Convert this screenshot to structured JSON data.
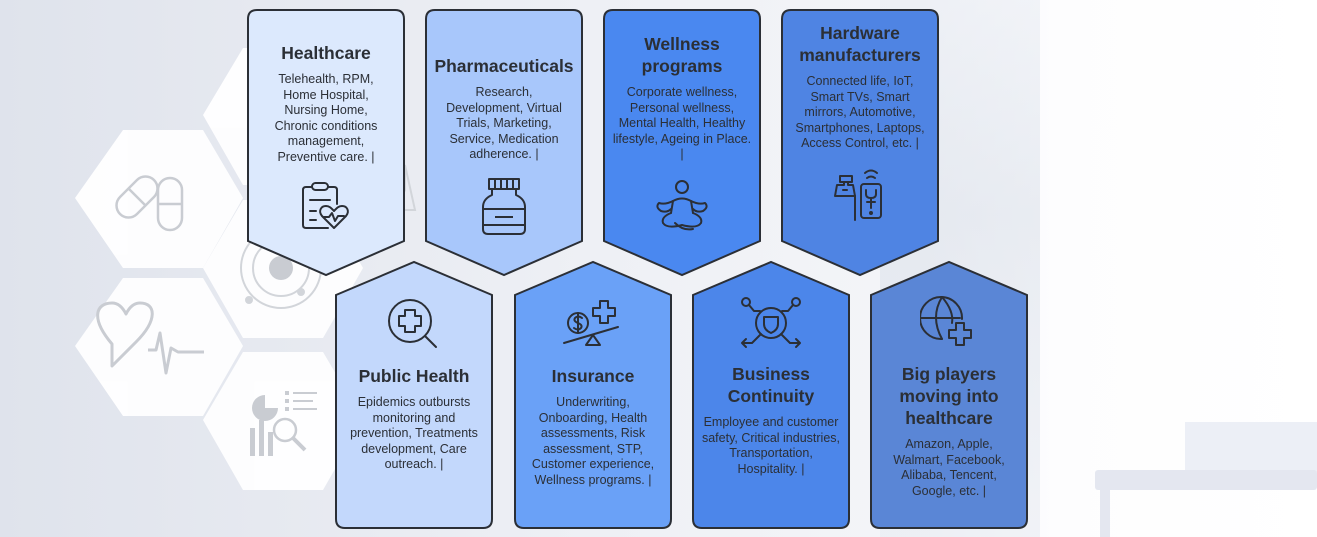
{
  "colors": {
    "card_lightest": "#dce9fd",
    "card_light": "#a8c7fb",
    "card_light2": "#c3d8fc",
    "card_mid": "#6aa1f7",
    "card_strong": "#4a88f0",
    "card_hardware": "#4f84e3",
    "card_business": "#4c86ea",
    "card_bigplayers": "#5a86d6",
    "outline": "#2b2f36",
    "text": "#2b2f36"
  },
  "top_row": [
    {
      "id": "healthcare",
      "title": "Healthcare",
      "description": "Telehealth, RPM, Home Hospital, Nursing Home, Chronic conditions management, Preventive care. |",
      "icon": "clipboard-heart-icon"
    },
    {
      "id": "pharmaceuticals",
      "title": "Pharmaceuticals",
      "description": "Research, Development, Virtual Trials, Marketing, Service, Medication adherence. |",
      "icon": "medicine-bottle-icon"
    },
    {
      "id": "wellness",
      "title": "Wellness programs",
      "description": "Corporate wellness, Personal wellness, Mental Health, Healthy lifestyle, Ageing in Place. |",
      "icon": "meditation-icon"
    },
    {
      "id": "hardware",
      "title": "Hardware manufacturers",
      "description": "Connected life, IoT, Smart TVs, Smart mirrors, Automotive, Smartphones, Laptops, Access Control, etc. |",
      "icon": "connected-devices-icon"
    }
  ],
  "bottom_row": [
    {
      "id": "public-health",
      "title": "Public Health",
      "description": "Epidemics outbursts monitoring and prevention, Treatments development, Care outreach. |",
      "icon": "search-medical-cross-icon"
    },
    {
      "id": "insurance",
      "title": "Insurance",
      "description": "Underwriting, Onboarding, Health assessments, Risk assessment, STP, Customer experience, Wellness programs. |",
      "icon": "balance-dollar-cross-icon"
    },
    {
      "id": "business-continuity",
      "title": "Business Continuity",
      "description": "Employee and customer safety, Critical industries, Transportation, Hospitality. |",
      "icon": "shield-network-icon"
    },
    {
      "id": "big-players",
      "title": "Big players moving into healthcare",
      "description": "Amazon, Apple, Walmart, Facebook, Alibaba, Tencent, Google, etc. |",
      "icon": "globe-cross-icon"
    }
  ],
  "background_icons": [
    "pills-icon",
    "heartbeat-icon",
    "gear-orbit-icon",
    "analytics-report-icon",
    "lab-flask-icon"
  ]
}
